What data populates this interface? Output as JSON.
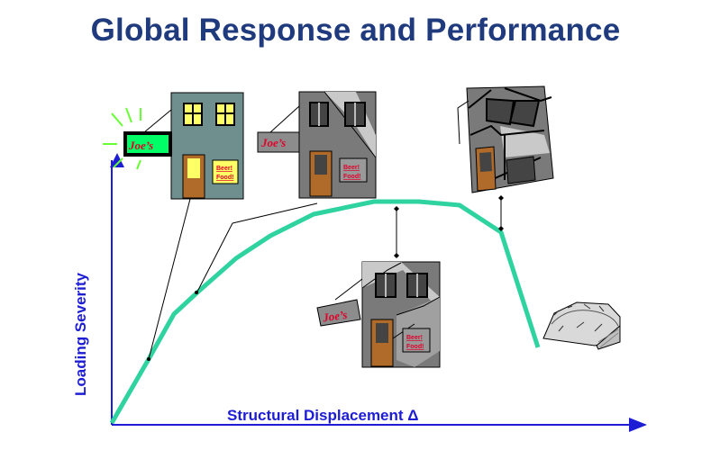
{
  "title": "Global Response and Performance",
  "x_axis_label": "Structural Displacement Δ",
  "y_axis_label": "Loading Severity",
  "sign_text": "Joe’s",
  "window_sign_line1": "Beer!",
  "window_sign_line2": "Food!",
  "colors": {
    "title": "#1f3a7d",
    "axis": "#1d1dd6",
    "curve": "#2fd3a0",
    "building_intact": "#6f8e8e",
    "building_damaged": "#7a7a7a",
    "window_lit": "#ffff66",
    "door": "#b06a2a",
    "sign_bg": "#00ff66",
    "sign_text": "#e0002a",
    "rays": "#66ff33"
  },
  "icons": [
    "intact-building-icon",
    "damaged-building-icon",
    "cracked-building-icon",
    "severely-damaged-building-icon",
    "rubble-collapse-icon"
  ]
}
